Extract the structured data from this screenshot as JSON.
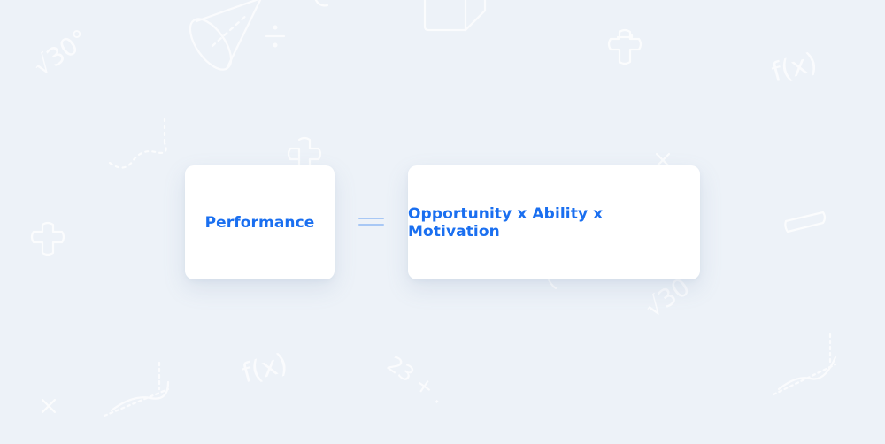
{
  "equation": {
    "left_term": "Performance",
    "operator_icon": "equals-icon",
    "right_term": "Opportunity x Ability x Motivation"
  },
  "background": {
    "doodle_texts": {
      "sqrt_30_left": "√30°",
      "f_x_right": "f(x)",
      "f_x_bottom": "f(x)",
      "number_23": "23 + .",
      "sqrt_30_mid": "√30"
    }
  },
  "colors": {
    "background": "#edf2f8",
    "card": "#ffffff",
    "text_accent": "#1a6ff0",
    "equals": "#a8c8f5",
    "doodle": "#ffffff"
  }
}
